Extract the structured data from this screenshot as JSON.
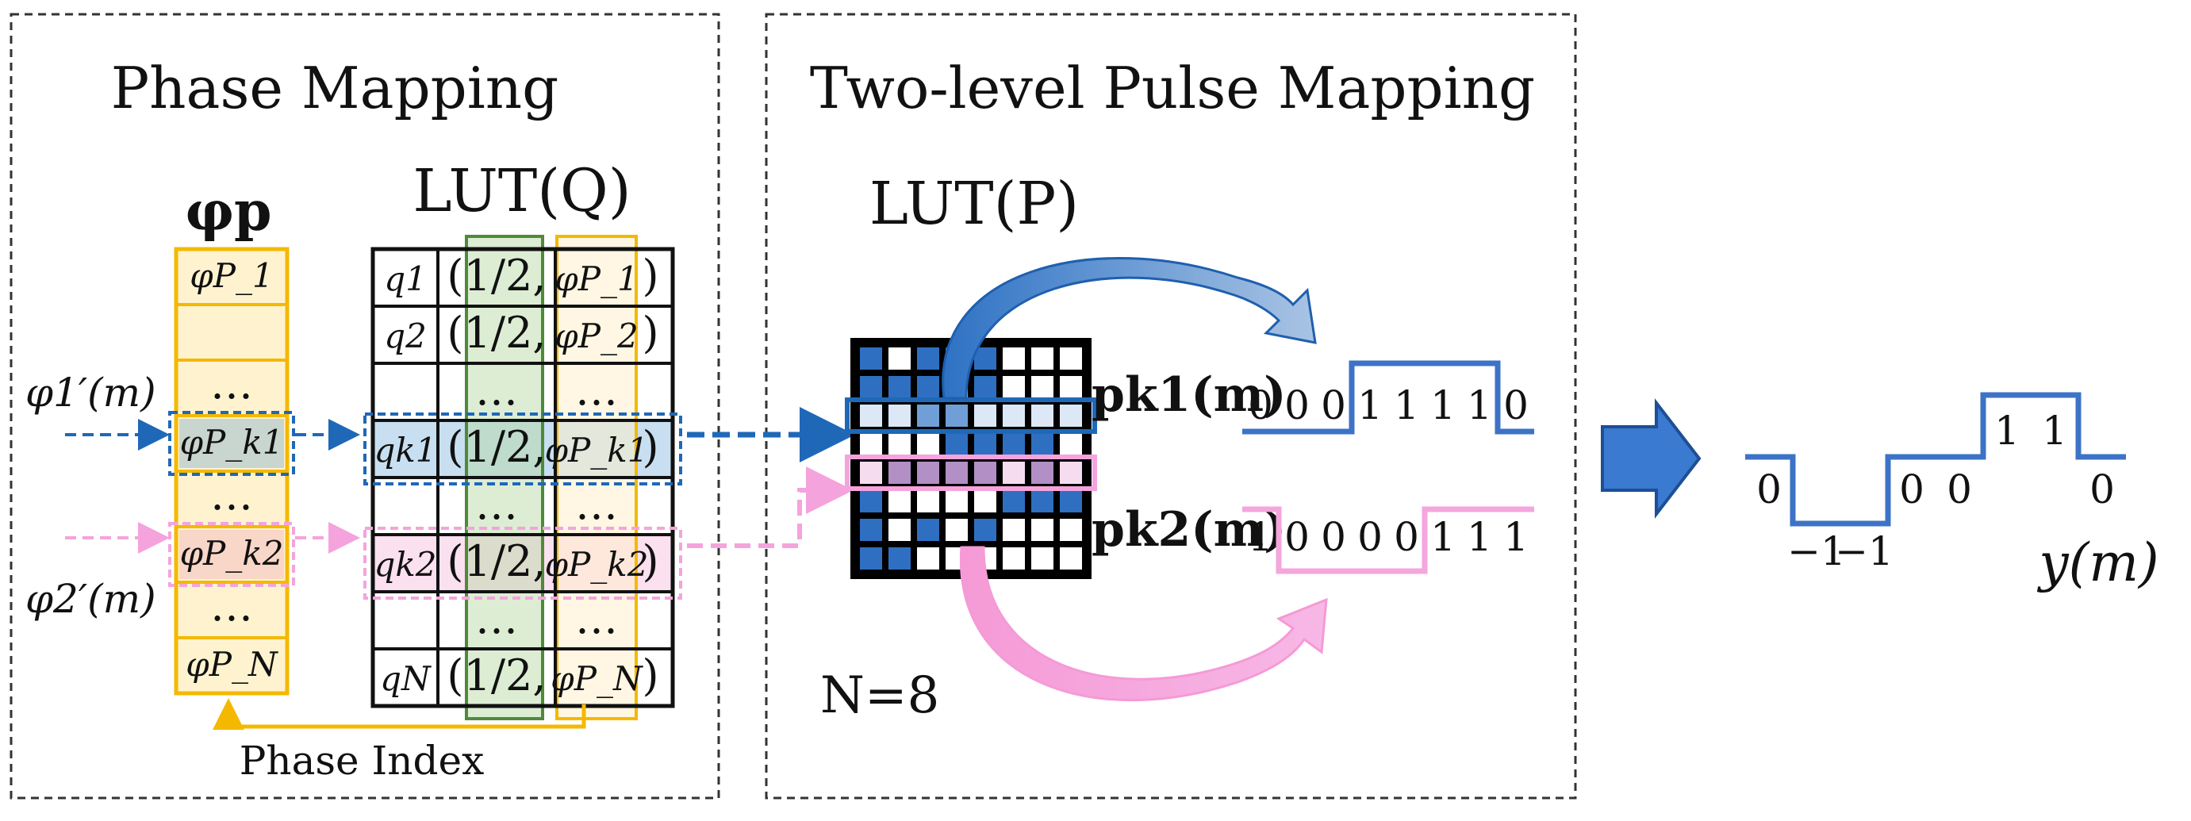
{
  "panels": {
    "phase_mapping_title": "Phase Mapping",
    "pulse_mapping_title": "Two-level Pulse Mapping"
  },
  "phi_column": {
    "header": "φp",
    "cells": [
      "φP_1",
      "",
      "…",
      "φP_k1",
      "…",
      "φP_k2",
      "…",
      "φP_N"
    ]
  },
  "lut_q": {
    "title": "LUT(Q)",
    "rows": [
      {
        "q": "q1",
        "half": "(1/2,",
        "phi": "φP_1",
        "close": ")"
      },
      {
        "q": "q2",
        "half": "(1/2,",
        "phi": "φP_2",
        "close": ")"
      },
      {
        "q": "",
        "half": "…",
        "phi": "…",
        "close": ""
      },
      {
        "q": "qk1",
        "half": "(1/2,",
        "phi": "φP_k1",
        "close": ")"
      },
      {
        "q": "",
        "half": "…",
        "phi": "…",
        "close": ""
      },
      {
        "q": "qk2",
        "half": "(1/2,",
        "phi": "φP_k2",
        "close": ")"
      },
      {
        "q": "",
        "half": "…",
        "phi": "…",
        "close": ""
      },
      {
        "q": "qN",
        "half": "(1/2,",
        "phi": "φP_N",
        "close": ")"
      }
    ]
  },
  "inputs": {
    "input1": "φ1′(m)",
    "input2": "φ2′(m)"
  },
  "phase_index_label": "Phase Index",
  "lut_p": {
    "title": "LUT(P)",
    "n_label": "N=8",
    "row1_label": "pk1(m)",
    "row2_label": "pk2(m)"
  },
  "pulse1": {
    "bits": [
      "0",
      "0",
      "0",
      "1",
      "1",
      "1",
      "1",
      "0"
    ]
  },
  "pulse2": {
    "bits": [
      "1",
      "0",
      "0",
      "0",
      "0",
      "1",
      "1",
      "1"
    ]
  },
  "output": {
    "levels": [
      "0",
      "−1",
      "−1",
      "0",
      "0",
      "1",
      "1",
      "0"
    ],
    "label": "y(m)"
  },
  "colors": {
    "blue": "#2f6fc1",
    "dark_blue": "#1f5fae",
    "pink": "#f4a6dd",
    "orange": "#f5b800",
    "green": "#4e8a3a",
    "cream": "#fff3cf"
  }
}
